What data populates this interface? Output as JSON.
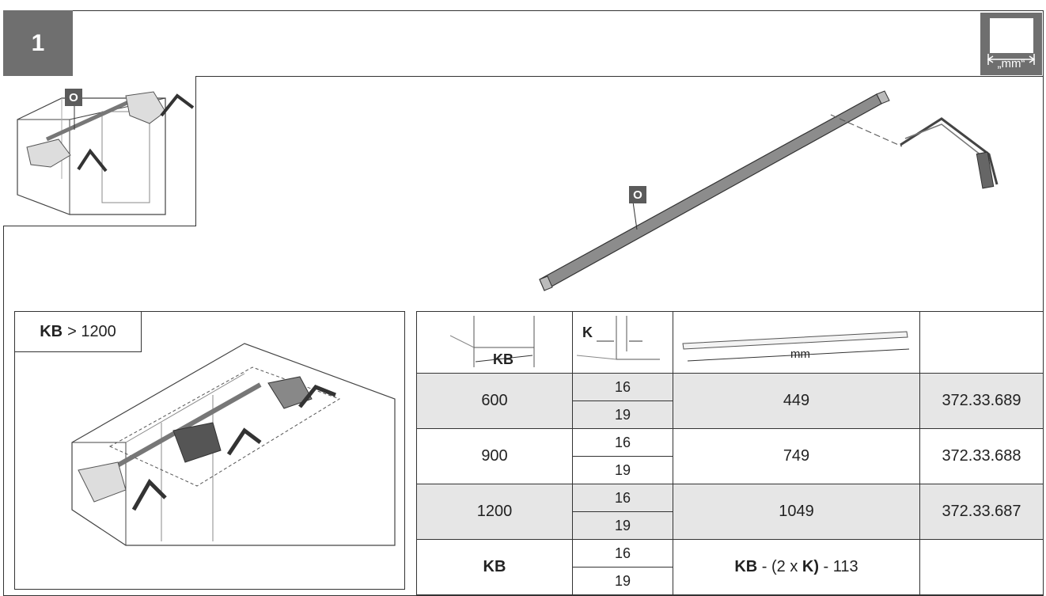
{
  "step": {
    "number": "1"
  },
  "unit_badge": {
    "label": "„mm“"
  },
  "part_badges": {
    "thumb": "O",
    "rod": "O"
  },
  "kb_panel": {
    "label_bold": "KB",
    "label_rest": "> 1200"
  },
  "table": {
    "header": {
      "kb": "KB",
      "k": "K",
      "mm": "mm"
    },
    "rows": [
      {
        "kb": "600",
        "k": [
          "16",
          "19"
        ],
        "length": "449",
        "article": "372.33.689",
        "shaded": true
      },
      {
        "kb": "900",
        "k": [
          "16",
          "19"
        ],
        "length": "749",
        "article": "372.33.688",
        "shaded": false
      },
      {
        "kb": "1200",
        "k": [
          "16",
          "19"
        ],
        "length": "1049",
        "article": "372.33.687",
        "shaded": true
      }
    ],
    "formula_row": {
      "kb": "KB",
      "k": [
        "16",
        "19"
      ],
      "formula_bold_a": "KB",
      "formula_mid": " - (2 x ",
      "formula_bold_b": "K)",
      "formula_end": " - 113",
      "article": ""
    }
  },
  "colors": {
    "badge": "#5b5b5b",
    "header_block": "#6f6f6f",
    "shade": "#e6e6e6",
    "rod": "#8c8c8c"
  }
}
